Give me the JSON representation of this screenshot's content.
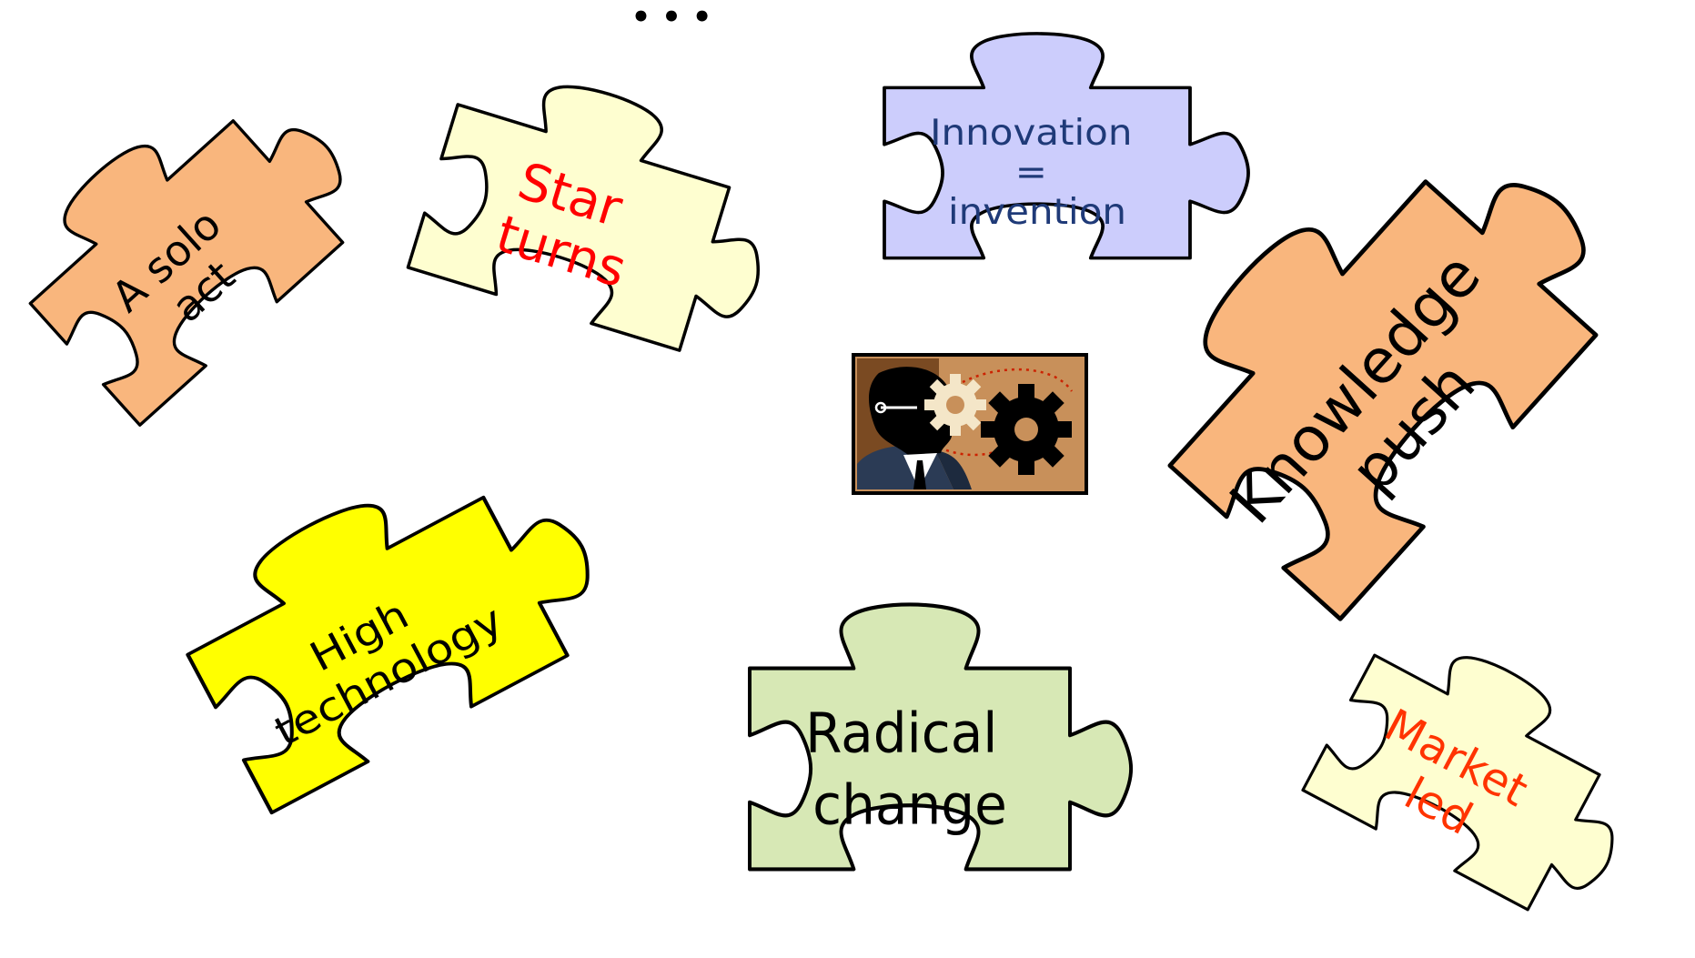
{
  "header": {
    "ellipsis": "• • •"
  },
  "colors": {
    "orange": "#f9b67d",
    "cream": "#fefed0",
    "lavender": "#cccdfc",
    "yellow": "#ffff00",
    "green": "#d7e8b5",
    "red_text": "#ff0000",
    "orange_text": "#ff3300",
    "navy_text": "#1f3a78",
    "black": "#000000"
  },
  "pieces": [
    {
      "id": "a-solo-act",
      "color": "orange",
      "text_color": "black",
      "lines": [
        "A solo",
        "act"
      ]
    },
    {
      "id": "star-turns",
      "color": "cream",
      "text_color": "red_text",
      "lines": [
        "Star",
        "turns"
      ]
    },
    {
      "id": "innovation-invention",
      "color": "lavender",
      "text_color": "navy_text",
      "lines": [
        "Innovation",
        "=",
        "invention"
      ]
    },
    {
      "id": "knowledge-push",
      "color": "orange",
      "text_color": "black",
      "lines": [
        "Knowledge",
        "push"
      ]
    },
    {
      "id": "high-technology",
      "color": "yellow",
      "text_color": "black",
      "lines": [
        "High",
        "technology"
      ]
    },
    {
      "id": "radical-change",
      "color": "green",
      "text_color": "black",
      "lines": [
        "Radical",
        "change"
      ]
    },
    {
      "id": "market-led",
      "color": "cream",
      "text_color": "orange_text",
      "lines": [
        "Market",
        "led"
      ]
    }
  ],
  "clipart": {
    "icon": "businessman-gears-icon"
  }
}
